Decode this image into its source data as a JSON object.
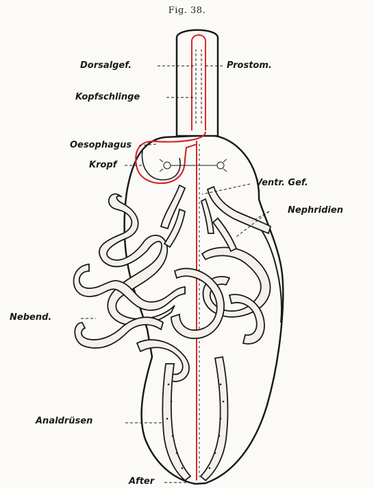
{
  "figure": {
    "title": "Fig. 38.",
    "labels": {
      "dorsalgef": "Dorsalgef.",
      "prostom": "Prostom.",
      "kopfschlinge": "Kopfschlinge",
      "oesophagus": "Oesophagus",
      "kropf": "Kropf",
      "ventr_gef": "Ventr. Gef.",
      "nephridien": "Nephridien",
      "nebend": "Nebend.",
      "analdruesen": "Analdrüsen",
      "after": "After"
    },
    "colors": {
      "ink": "#1a1a1a",
      "vessel_red": "#d42a2a",
      "paper": "#fbfaf6",
      "tube_fill": "#f3f1ea"
    }
  }
}
